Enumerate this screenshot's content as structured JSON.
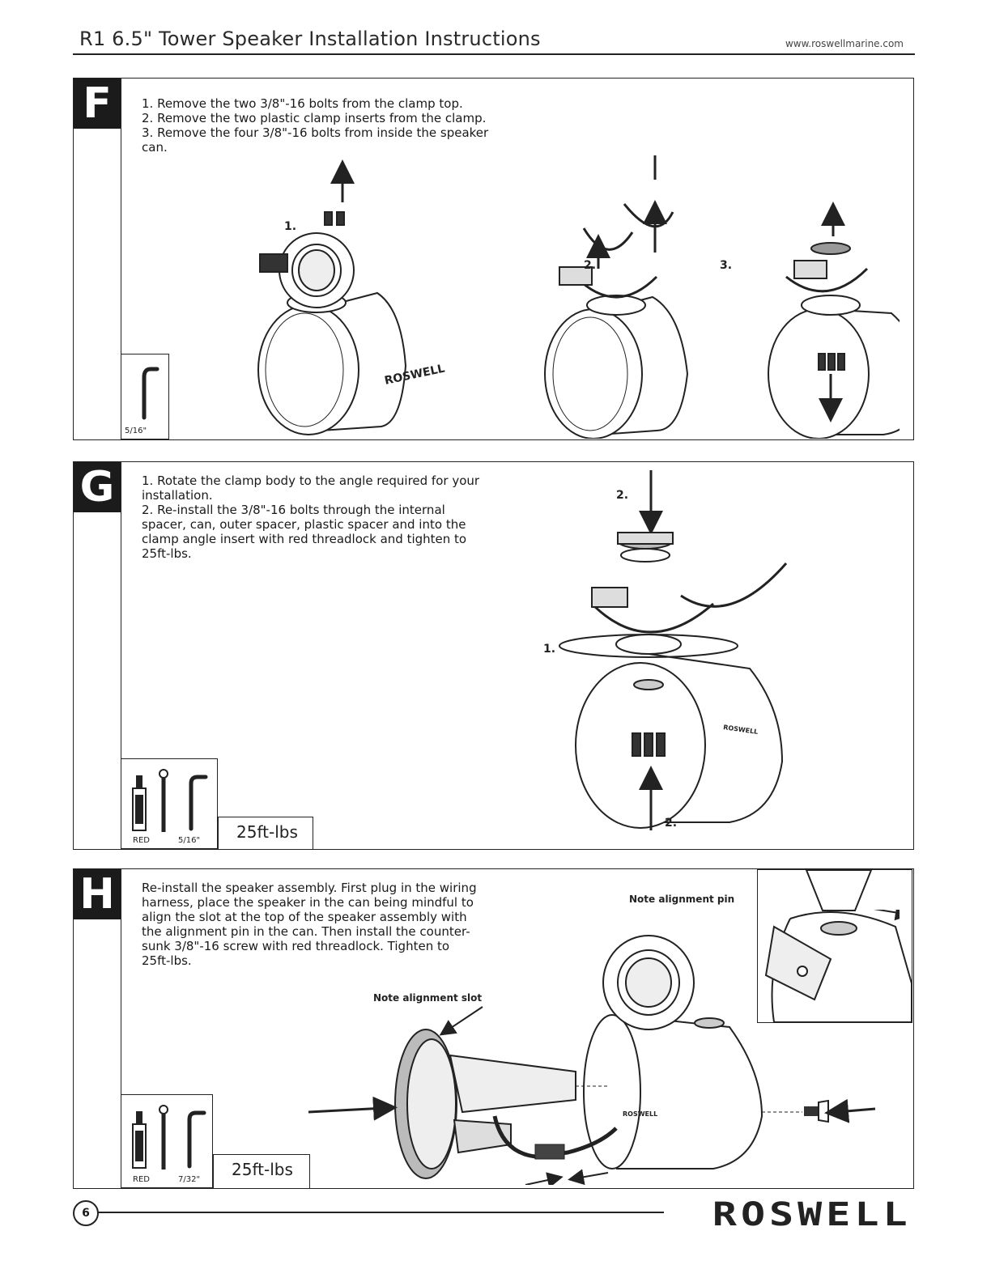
{
  "header": {
    "title": "R1 6.5\" Tower Speaker Installation Instructions",
    "url": "www.roswellmarine.com"
  },
  "sections": [
    {
      "letter": "F",
      "steps": [
        "1. Remove the two 3/8\"-16 bolts from the clamp top.",
        "2. Remove the two plastic clamp inserts from the clamp.",
        "3. Remove the four 3/8\"-16 bolts from inside the speaker\ncan."
      ],
      "figure_labels": [
        "1.",
        "2.",
        "3."
      ],
      "tools": [
        "5/16\""
      ],
      "brand_on_can": "ROSWELL"
    },
    {
      "letter": "G",
      "steps": [
        "1. Rotate the clamp body to the angle required for your\ninstallation.",
        "2. Re-install the 3/8\"-16 bolts through the internal\nspacer, can, outer spacer, plastic spacer and into the\nclamp angle insert with red threadlock and tighten to\n25ft-lbs."
      ],
      "figure_labels": [
        "2.",
        "1.",
        "2."
      ],
      "tools": [
        "RED",
        "5/16\""
      ],
      "torque": "25ft-lbs",
      "brand_on_can": "ROSWELL"
    },
    {
      "letter": "H",
      "steps": [
        "Re-install the speaker assembly. First plug in the wiring\nharness, place the speaker in the can being mindful to\nalign the slot at the top of the speaker assembly with\nthe alignment pin in the can. Then install the counter-\nsunk 3/8\"-16 screw with red threadlock. Tighten to\n25ft-lbs."
      ],
      "callouts": [
        "Note alignment pin",
        "Note alignment slot"
      ],
      "tools": [
        "RED",
        "7/32\""
      ],
      "torque": "25ft-lbs",
      "brand_on_can": "ROSWELL"
    }
  ],
  "footer": {
    "page_number": "6",
    "brand": "ROSWELL"
  }
}
